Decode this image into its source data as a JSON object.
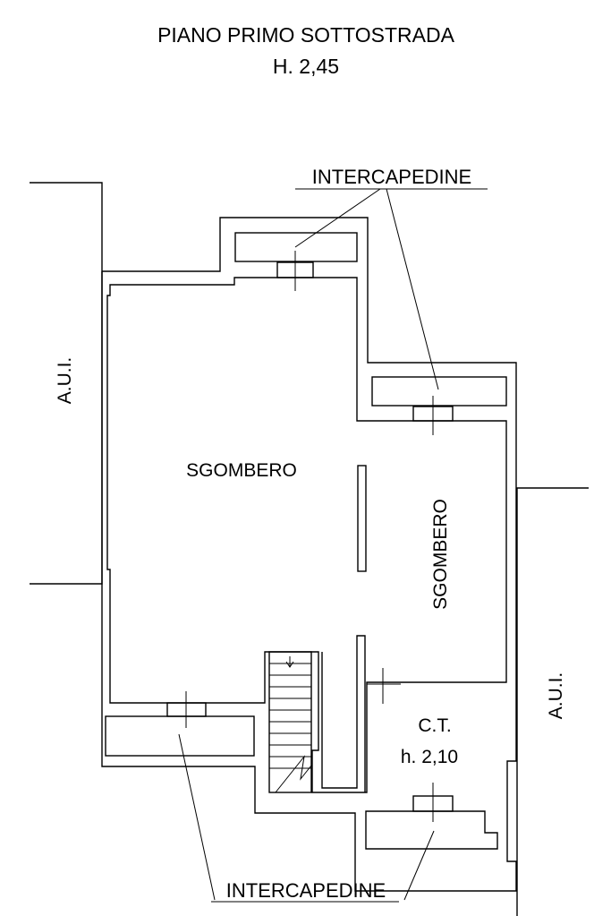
{
  "title": {
    "line1": "PIANO PRIMO SOTTOSTRADA",
    "line2": "H. 2,45"
  },
  "labels": {
    "intercapedine_top": "INTERCAPEDINE",
    "intercapedine_bottom": "INTERCAPEDINE",
    "aui_left": "A.U.I.",
    "aui_right": "A.U.I.",
    "room_main": "SGOMBERO",
    "room_right": "SGOMBERO",
    "ct_name": "C.T.",
    "ct_height": "h. 2,10"
  }
}
